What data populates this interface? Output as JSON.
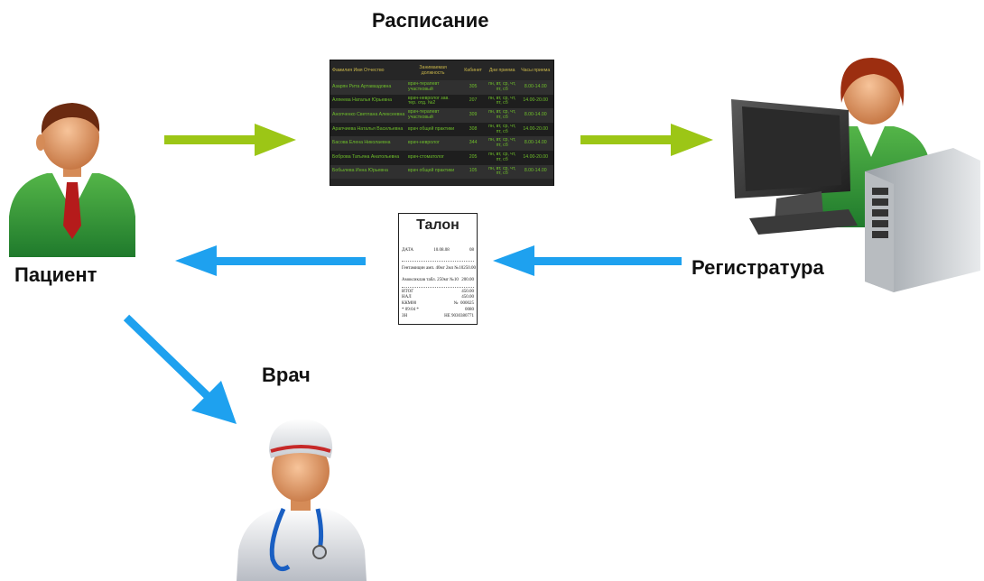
{
  "labels": {
    "schedule": "Расписание",
    "patient": "Пациент",
    "registry": "Регистратура",
    "ticket": "Талон",
    "doctor": "Врач"
  },
  "colors": {
    "arrow_green": "#9cc616",
    "arrow_blue": "#1ea1ef"
  },
  "schedule_board": {
    "headers": [
      "Фамилия Имя Отчество",
      "Занимаемая должность",
      "Кабинет",
      "Дни приема",
      "Часы приема"
    ],
    "rows": [
      [
        "Азарян Рита Артаваздовна",
        "врач-терапевт участковый",
        "305",
        "пн, вт, ср, чт, пт, сб",
        "8.00-14.00"
      ],
      [
        "Алпеева Наталья Юрьевна",
        "врач-невролог зав. тер. отд. №2",
        "207",
        "пн, вт, ср, чт, пт, сб",
        "14.00-20.00"
      ],
      [
        "Анопченко Светлана Алексеевна",
        "врач-терапевт участковый",
        "309",
        "пн, вт, ср, чт, пт, сб",
        "8.00-14.00"
      ],
      [
        "Арапчиева Наталья Васильевна",
        "врач общей практики",
        "308",
        "пн, вт, ср, чт, пт, сб",
        "14.00-20.00"
      ],
      [
        "Басова Елена Николаевна",
        "врач-невролог",
        "344",
        "пн, вт, ср, чт, пт, сб",
        "8.00-14.00"
      ],
      [
        "Боброва Татьяна Анатольевна",
        "врач-стоматолог",
        "205",
        "пн, вт, ср, чт, пт, сб",
        "14.00-20.00"
      ],
      [
        "Бобылева Инна Юрьевна",
        "врач общей практики",
        "105",
        "пн, вт, ср, чт, пт, сб",
        "8.00-14.00"
      ]
    ]
  },
  "ticket": {
    "date_label": "ДАТА",
    "date": "10.08.08",
    "date_code": "08",
    "line1_name": "Гентамицин амп. 40мг 2мл №10",
    "line1_price": "250.00",
    "line2_name": "Амоксиклав табл. 250мг №10",
    "line2_price": "200.00",
    "total_label": "ИТОГ",
    "total": "450.00",
    "cash_label": "НАЛ",
    "cash": "450.00",
    "kkm_label": "ККМ00",
    "no_label": "№",
    "no": "000025",
    "time_left": "*   09:04   *",
    "time_right": "0080",
    "zn_label": "ЗН",
    "zn": "НЕ 9030380771"
  }
}
